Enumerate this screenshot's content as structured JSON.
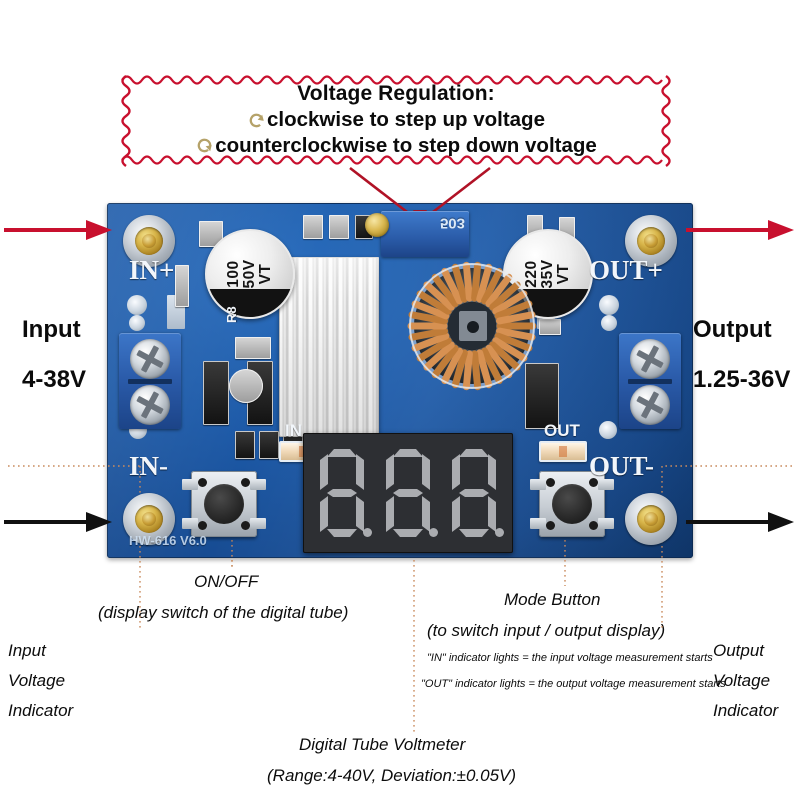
{
  "callout": {
    "title": "Voltage Regulation:",
    "line_cw": "clockwise to step up voltage",
    "line_ccw": "counterclockwise to step down voltage",
    "border_color": "#c8102e",
    "icon_color": "#b5a269",
    "icon_cw": "rotate-clockwise-icon",
    "icon_ccw": "rotate-counterclockwise-icon"
  },
  "left_labels": {
    "title": "Input",
    "range": "4-38V",
    "indicator_l1": "Input",
    "indicator_l2": "Voltage",
    "indicator_l3": "Indicator"
  },
  "right_labels": {
    "title": "Output",
    "range": "1.25-36V",
    "indicator_l1": "Output",
    "indicator_l2": "Voltage",
    "indicator_l3": "Indicator"
  },
  "annotations": {
    "onoff_title": "ON/OFF",
    "onoff_sub": "(display switch of the digital tube)",
    "mode_title": "Mode Button",
    "mode_sub": "(to switch input / output display)",
    "mode_note1": "\"IN\" indicator lights = the input voltage measurement starts",
    "mode_note2": "\"OUT\" indicator lights = the output voltage measurement starts",
    "voltmeter_title": "Digital Tube Voltmeter",
    "voltmeter_sub": "(Range:4-40V, Deviation:±0.05V)"
  },
  "board": {
    "silkscreen": {
      "in_plus": "IN+",
      "in_minus": "IN-",
      "out_plus": "OUT+",
      "out_minus": "OUT-",
      "led_in": "IN",
      "led_out": "OUT",
      "r8": "R8",
      "version": "HW-616  V6.0"
    },
    "cap_input": "100\n50V\nVT",
    "cap_output": "220\n35V\nVT",
    "pot_marking": "503",
    "display_value": "8.8.8.",
    "pcb_color": "#1d5aa8"
  },
  "arrows": {
    "input_positive_color": "#c8102e",
    "input_negative_color": "#111111",
    "output_positive_color": "#c8102e",
    "output_negative_color": "#111111"
  }
}
